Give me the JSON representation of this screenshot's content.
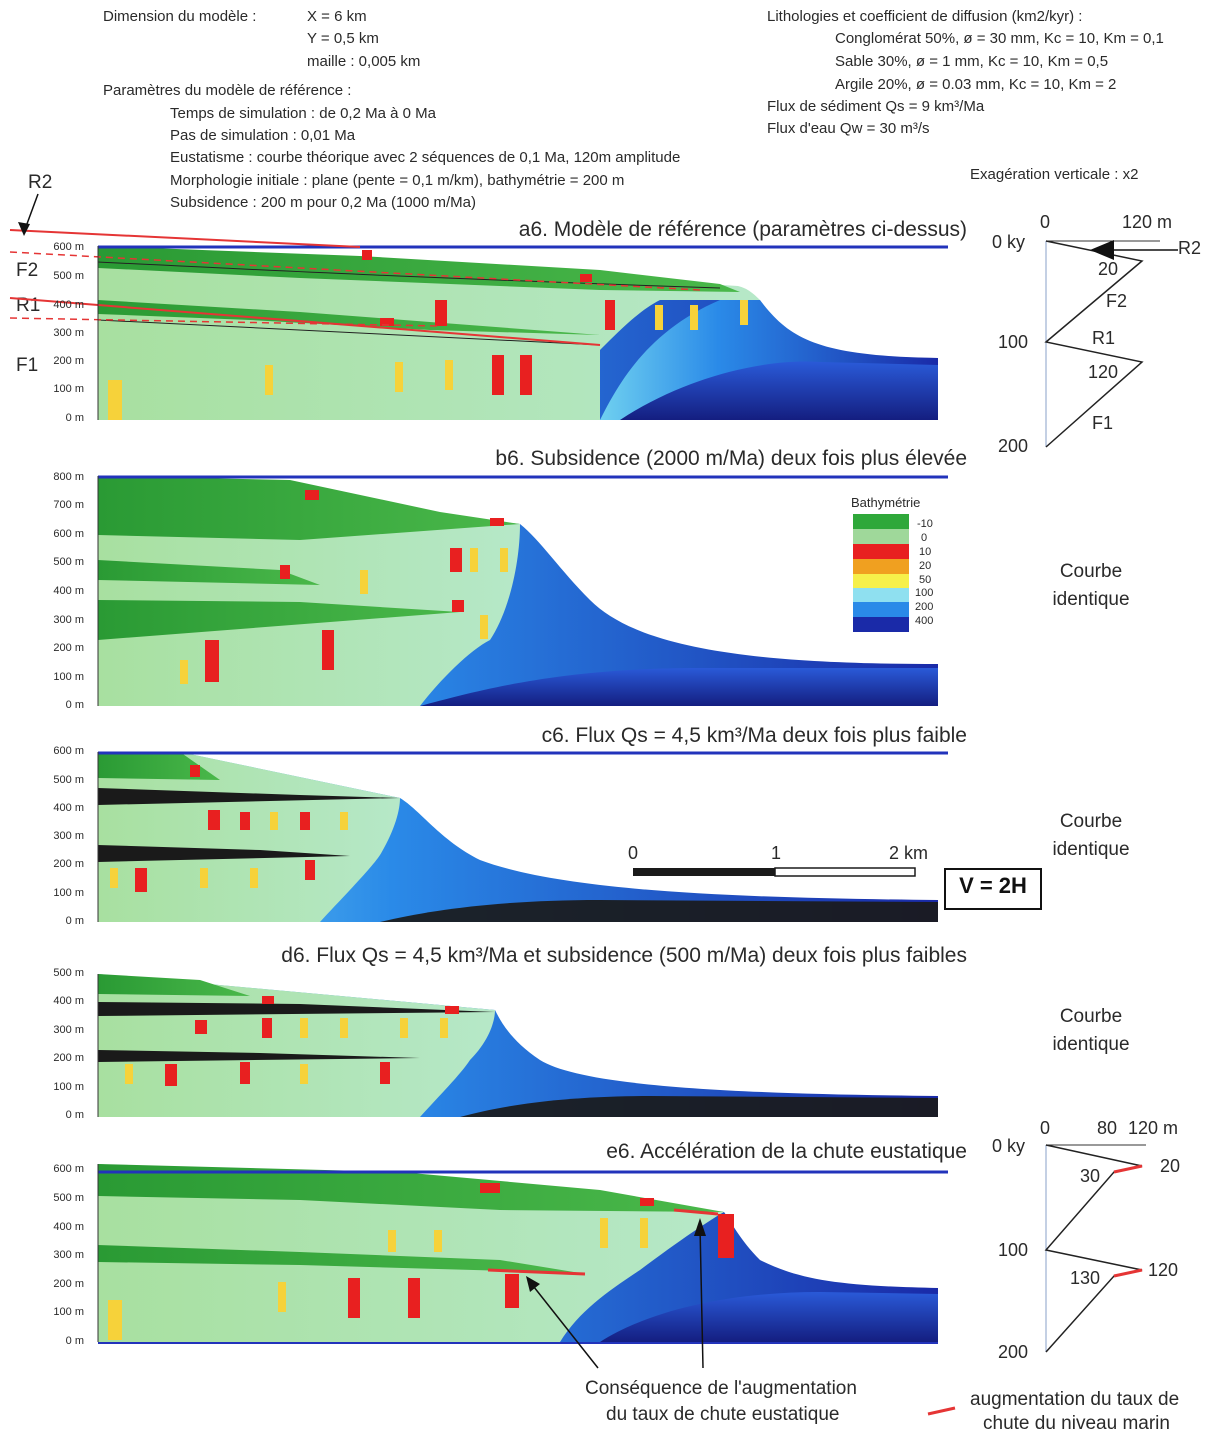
{
  "header": {
    "dim_label": "Dimension du modèle :",
    "dim_x": "X = 6 km",
    "dim_y": "Y = 0,5 km",
    "dim_maille": "maille : 0,005 km",
    "ref_label": "Paramètres du modèle de référence :",
    "ref_lines": [
      "Temps de simulation : de 0,2 Ma à 0 Ma",
      "Pas de simulation : 0,01 Ma",
      "Eustatisme : courbe théorique avec 2 séquences de 0,1 Ma, 120m amplitude",
      "Morphologie initiale : plane (pente = 0,1 m/km), bathymétrie = 200 m",
      "Subsidence : 200 m pour 0,2 Ma (1000 m/Ma)"
    ],
    "litho_label": "Lithologies et coefficient de diffusion (km2/kyr) :",
    "litho_lines": [
      "Conglomérat 50%, ø = 30 mm, Kc = 10, Km = 0,1",
      "Sable 30%, ø = 1 mm, Kc = 10, Km = 0,5",
      "Argile 20%, ø = 0.03 mm, Kc = 10, Km = 2"
    ],
    "flux_qs": "Flux de sédiment Qs = 9 km³/Ma",
    "flux_qw": "Flux d'eau Qw = 30 m³/s",
    "exag": "Exagération verticale : x2"
  },
  "panels": [
    {
      "title": "a6. Modèle de référence (paramètres ci-dessus)",
      "ticks": [
        "600 m",
        "500 m",
        "400 m",
        "300 m",
        "200 m",
        "100 m",
        "0 m"
      ]
    },
    {
      "title": "b6. Subsidence (2000 m/Ma) deux fois plus élevée",
      "ticks": [
        "800 m",
        "700 m",
        "600 m",
        "500 m",
        "400 m",
        "300 m",
        "200 m",
        "100 m",
        "0 m"
      ]
    },
    {
      "title": "c6. Flux Qs = 4,5 km³/Ma deux fois plus faible",
      "ticks": [
        "600 m",
        "500 m",
        "400 m",
        "300 m",
        "200 m",
        "100 m",
        "0 m"
      ]
    },
    {
      "title": "d6. Flux Qs = 4,5 km³/Ma et subsidence (500 m/Ma) deux fois plus faibles",
      "ticks": [
        "500 m",
        "400 m",
        "300 m",
        "200 m",
        "100 m",
        "0 m"
      ]
    },
    {
      "title": "e6. Accélération de la chute eustatique",
      "ticks": [
        "600 m",
        "500 m",
        "400 m",
        "300 m",
        "200 m",
        "100 m",
        "0 m"
      ]
    }
  ],
  "left_labels": {
    "r2": "R2",
    "f2": "F2",
    "r1": "R1",
    "f1": "F1"
  },
  "curve_a": {
    "x0": "0",
    "x120": "120 m",
    "t0": "0 ky",
    "t100": "100",
    "t200": "200",
    "l20": "20",
    "l120": "120",
    "r2": "R2",
    "f2": "F2",
    "r1": "R1",
    "f1": "F1"
  },
  "curve_e": {
    "x0": "0",
    "x80": "80",
    "x120": "120 m",
    "t0": "0 ky",
    "t100": "100",
    "t200": "200",
    "l30": "30",
    "l20": "20",
    "l130": "130",
    "l120": "120"
  },
  "legend": {
    "title": "Bathymétrie",
    "labels": [
      "-10",
      "0",
      "10",
      "20",
      "50",
      "100",
      "200",
      "400"
    ],
    "colors": [
      "#2fa83a",
      "#9fd89a",
      "#e82020",
      "#f0a020",
      "#f6f04a",
      "#8fe0f0",
      "#2a8ae8",
      "#1a2aa8"
    ]
  },
  "courbe_identique": [
    "Courbe",
    "identique"
  ],
  "scale": {
    "s0": "0",
    "s1": "1",
    "s2": "2 km",
    "vh": "V = 2H"
  },
  "annotation": {
    "line1": "Conséquence de l'augmentation",
    "line2": "du taux de chute eustatique"
  },
  "red_legend": {
    "line1": "augmentation du taux de",
    "line2": "chute du niveau marin"
  },
  "colors": {
    "sea_level": "#2233bb",
    "red_line": "#e53535",
    "green": "#2fa83a",
    "deep": "#1a2aa8"
  }
}
